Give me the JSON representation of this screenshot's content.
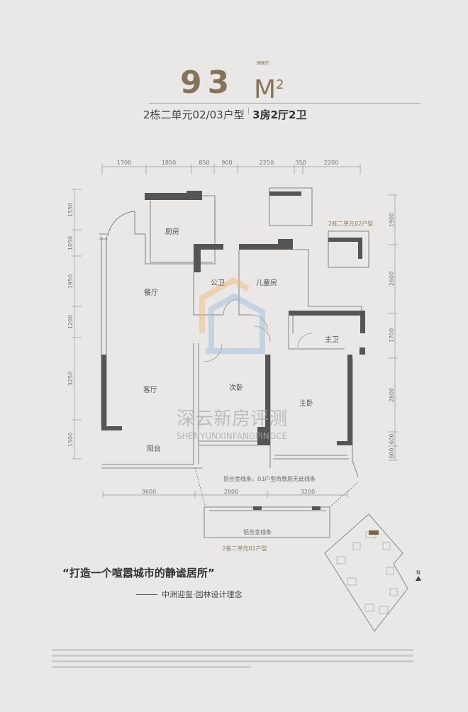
{
  "header": {
    "area_number": "93",
    "area_unit": "M",
    "area_superscript": "2",
    "area_prefix_small": "建面约",
    "unit_type": "2栋二单元02/03户型",
    "separator": "|",
    "layout": "3房2厅2卫"
  },
  "dimensions": {
    "top": [
      "1700",
      "1850",
      "850",
      "900",
      "2250",
      "350",
      "2200"
    ],
    "left": [
      "1550",
      "1050",
      "1950",
      "1200",
      "3250",
      "1500"
    ],
    "right": [
      "1900",
      "2600",
      "1700",
      "2800",
      "600",
      "600"
    ],
    "bottom": [
      "3600",
      "2800",
      "3200"
    ]
  },
  "rooms": {
    "kitchen": "厨房",
    "dining": "餐厅",
    "public_bath": "公卫",
    "kids_room": "儿童房",
    "master_bath": "主卫",
    "living": "客厅",
    "second_bedroom": "次卧",
    "master_bedroom": "主卧",
    "balcony": "阳台"
  },
  "annotations": {
    "variant_02_right": "2栋二单元02户型",
    "variant_02_bottom": "2栋二单元02户型",
    "aluminum_note": "铝合金线条，03户型奇数层无此线条",
    "aluminum_short": "铝合金线条"
  },
  "watermark": {
    "cn": "深云新房评测",
    "en": "SHENYUNXINFANGPINGCE"
  },
  "slogan": {
    "quote": "“打造一个喧嚣城市的静谧居所”",
    "attribution": "中洲迎玺·园林设计理念"
  },
  "site_map": {
    "north": "N"
  },
  "colors": {
    "brand": "#86745a",
    "wall": "#555555",
    "background": "#e9e8e6"
  }
}
